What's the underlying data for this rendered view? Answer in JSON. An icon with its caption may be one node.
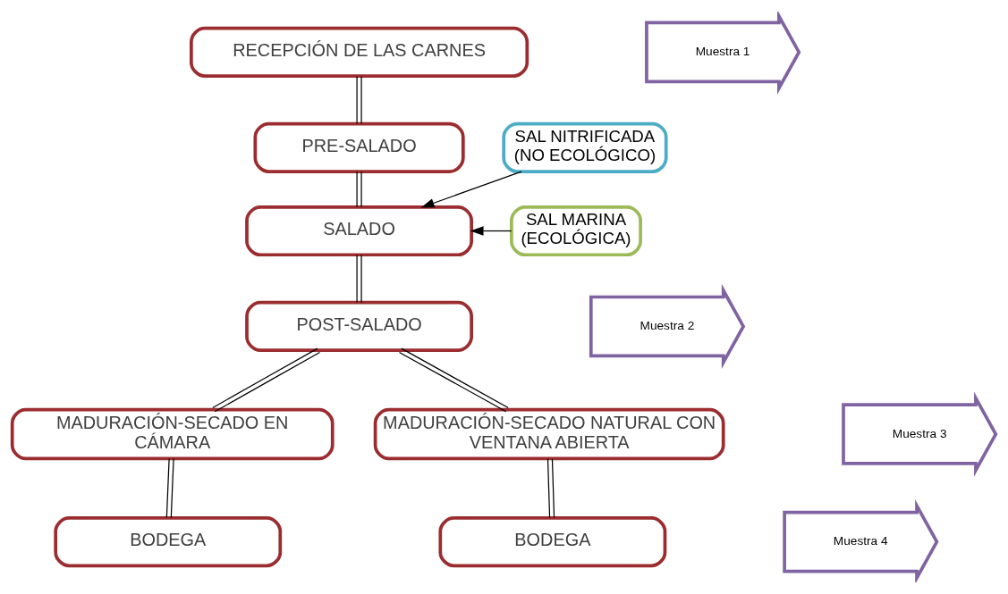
{
  "diagram": {
    "nodes": [
      {
        "text": [
          "RECEPCIÓN DE LAS CARNES"
        ]
      },
      {
        "text": [
          "Muestra 1"
        ]
      },
      {
        "text": [
          "PRE-SALADO"
        ]
      },
      {
        "text": [
          "SAL NITRIFICADA (NO ECOLÓGICO)"
        ]
      },
      {
        "text": [
          "SALADO"
        ]
      },
      {
        "text": [
          "SAL MARINA (ECOLÓGICA)"
        ]
      },
      {
        "text": [
          "POST-SALADO"
        ]
      },
      {
        "text": [
          "Muestra 2"
        ]
      },
      {
        "text": [
          "MADURACIÓN-SECADO EN CÁMARA"
        ]
      },
      {
        "text": [
          "MADURACIÓN-SECADO NATURAL CON VENTANA ABIERTA"
        ]
      },
      {
        "text": [
          "Muestra 3"
        ]
      },
      {
        "text": [
          "BODEGA"
        ]
      },
      {
        "text": [
          "BODEGA"
        ]
      },
      {
        "text": [
          "Muestra 4"
        ]
      }
    ],
    "edges": [
      {
        "from": 0,
        "to": 2,
        "arrow": "none"
      },
      {
        "from": 2,
        "to": 4,
        "arrow": "none"
      },
      {
        "from": 3,
        "to": 4,
        "arrow": "to"
      },
      {
        "from": 5,
        "to": 4,
        "arrow": "to"
      },
      {
        "from": 4,
        "to": 6,
        "arrow": "none"
      },
      {
        "from": 6,
        "to": 8,
        "arrow": "none"
      },
      {
        "from": 6,
        "to": 9,
        "arrow": "none"
      },
      {
        "from": 8,
        "to": 11,
        "arrow": "none"
      },
      {
        "from": 9,
        "to": 12,
        "arrow": "none"
      }
    ]
  }
}
